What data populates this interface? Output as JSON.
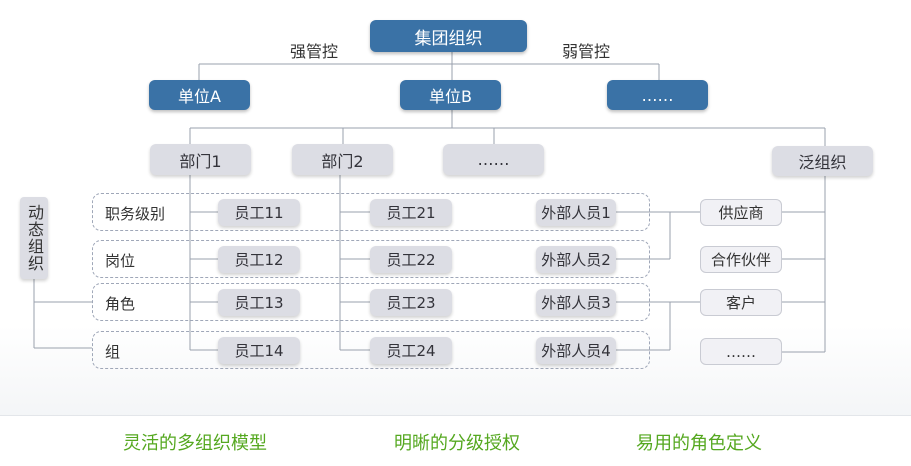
{
  "diagram": {
    "root": "集团组织",
    "strong_control_label": "强管控",
    "weak_control_label": "弱管控",
    "units": [
      "单位A",
      "单位B",
      "……"
    ],
    "departments": [
      "部门1",
      "部门2",
      "……"
    ],
    "pan_org": "泛组织",
    "dynamic_org": "动态组织",
    "row_labels": [
      "职务级别",
      "岗位",
      "角色",
      "组"
    ],
    "dept1_staff": [
      "员工11",
      "员工12",
      "员工13",
      "员工14"
    ],
    "dept2_staff": [
      "员工21",
      "员工22",
      "员工23",
      "员工24"
    ],
    "external_staff": [
      "外部人员1",
      "外部人员2",
      "外部人员3",
      "外部人员4"
    ],
    "partners": [
      "供应商",
      "合作伙伴",
      "客户",
      "……"
    ]
  },
  "footer": {
    "items": [
      "灵活的多组织模型",
      "明晰的分级授权",
      "易用的角色定义"
    ]
  },
  "colors": {
    "node_dark": "#3a72a6",
    "node_light": "#dcdde4",
    "connector": "#9aa1ad",
    "footer_text": "#55a820"
  }
}
